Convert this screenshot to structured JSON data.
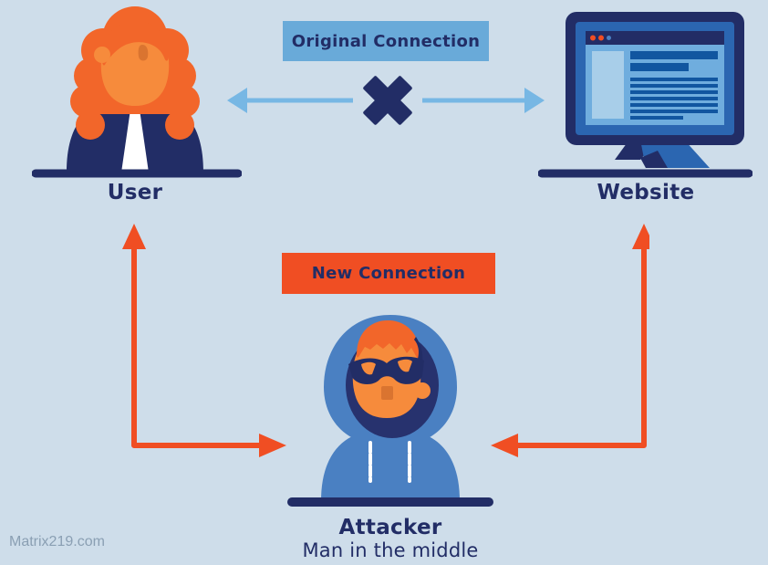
{
  "diagram": {
    "watermark": "Matrix219.com",
    "original_connection": {
      "label": "Original Connection",
      "status": "blocked"
    },
    "new_connection": {
      "label": "New Connection"
    },
    "nodes": {
      "user": {
        "label": "User"
      },
      "website": {
        "label": "Website"
      },
      "attacker": {
        "label": "Attacker",
        "sublabel": "Man in the middle"
      }
    }
  },
  "colors": {
    "bg": "#ceddea",
    "ink": "#222d66",
    "blue_label": "#69aad9",
    "blue_arrow": "#77b7e4",
    "orange": "#f04e23",
    "hoodie": "#4a80c2",
    "hood_shadow": "#27326e",
    "skin": "#f68b3c",
    "skin_shadow": "#da7430",
    "hair": "#f2662a",
    "bezel": "#2b66b1",
    "screen": "#6fadde",
    "screen_panel": "#a8cee9",
    "screen_bar": "#1156a0",
    "white": "#ffffff",
    "watermark": "#8a9fb3"
  }
}
